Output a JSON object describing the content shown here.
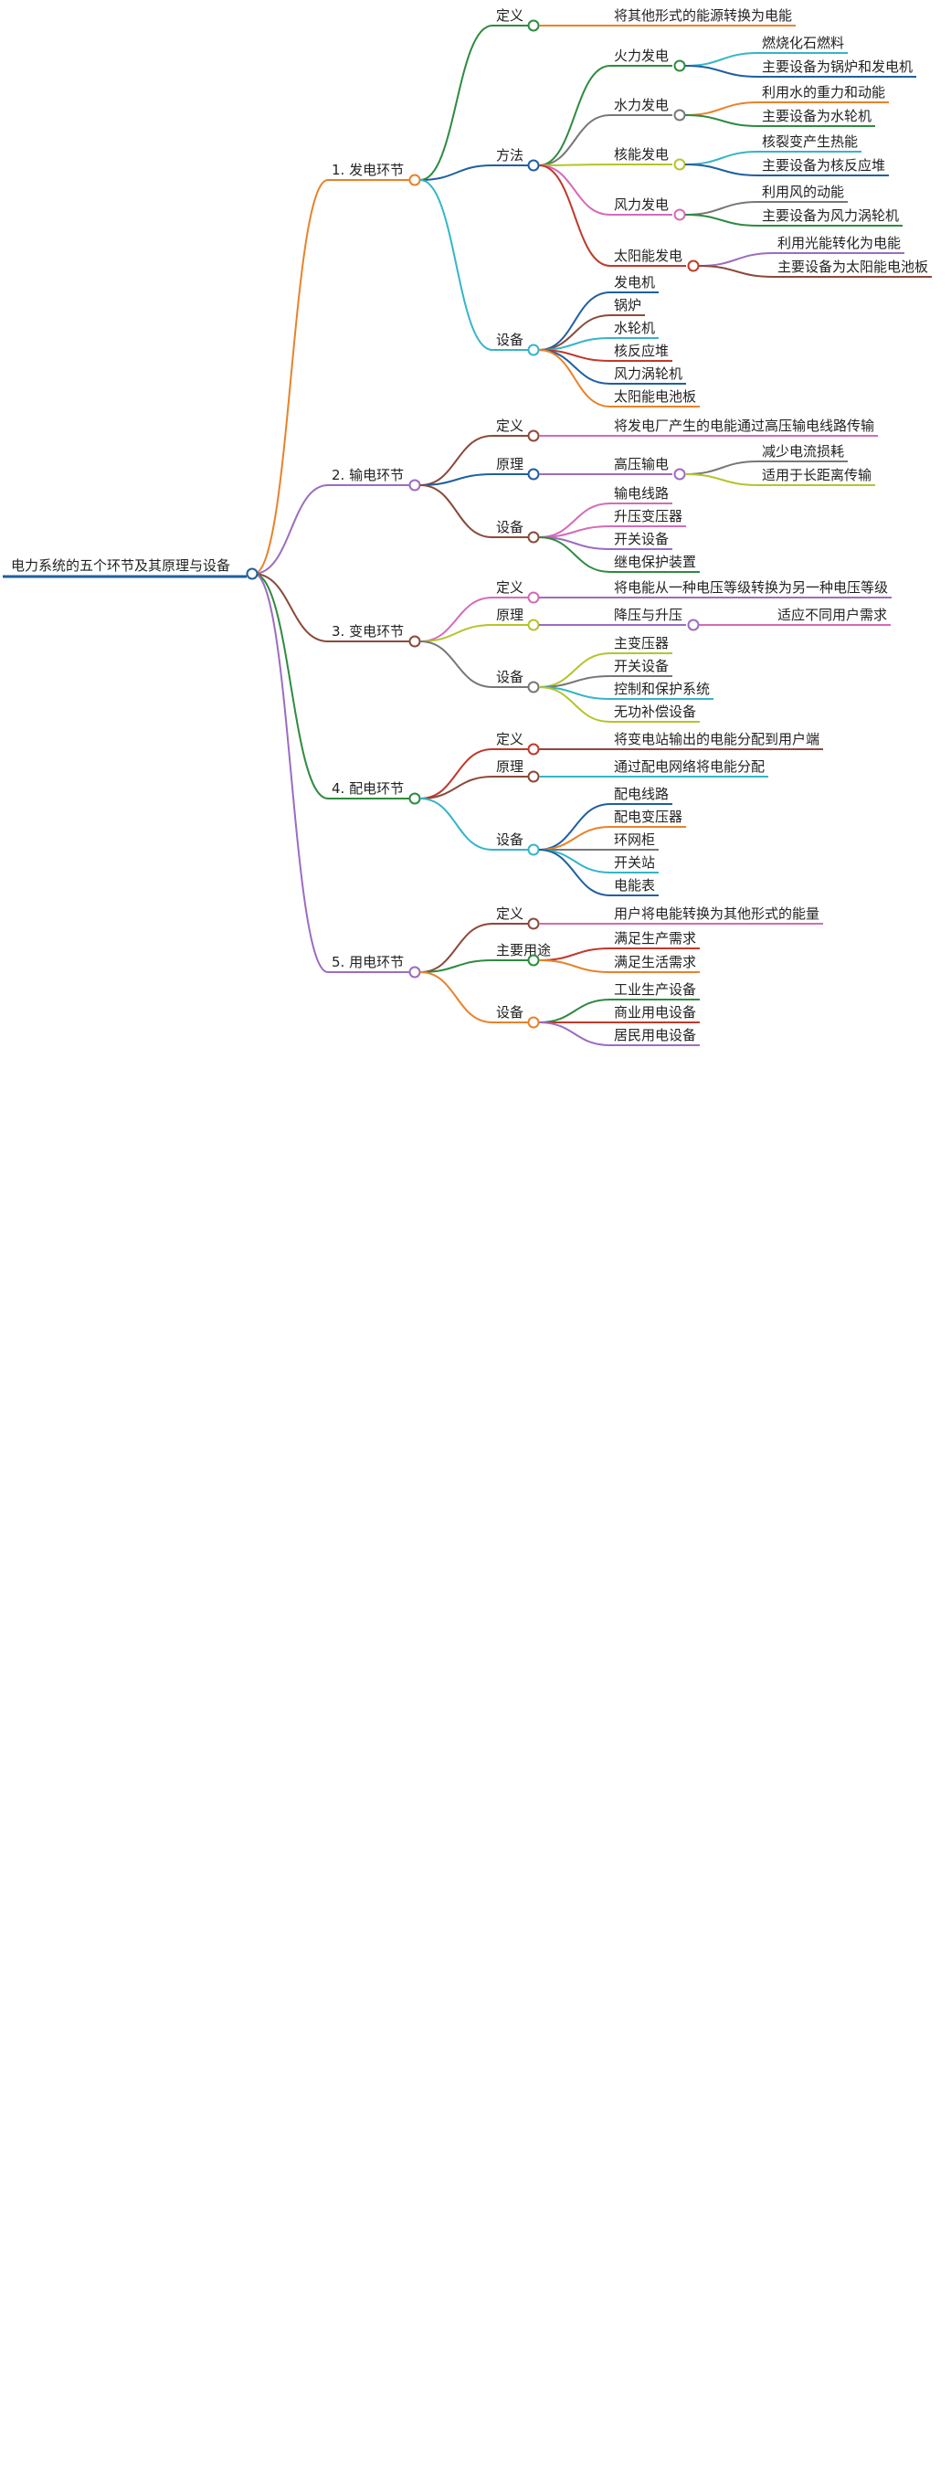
{
  "root": {
    "label": "电力系统的五个环节及其原理与设备",
    "color": "#1f5fa0"
  },
  "branches": [
    {
      "label": "1. 发电环节",
      "color": "#e8822a",
      "children": [
        {
          "label": "定义",
          "color": "#2e8b3e",
          "children": [
            {
              "label": "将其他形式的能源转换为电能",
              "color": "#e8822a"
            }
          ]
        },
        {
          "label": "方法",
          "color": "#1f5fa0",
          "children": [
            {
              "label": "火力发电",
              "color": "#2e8b3e",
              "children": [
                {
                  "label": "燃烧化石燃料",
                  "color": "#35b5c8"
                },
                {
                  "label": "主要设备为锅炉和发电机",
                  "color": "#1f5fa0"
                }
              ]
            },
            {
              "label": "水力发电",
              "color": "#777777",
              "children": [
                {
                  "label": "利用水的重力和动能",
                  "color": "#e8822a"
                },
                {
                  "label": "主要设备为水轮机",
                  "color": "#2e8b3e"
                }
              ]
            },
            {
              "label": "核能发电",
              "color": "#b5c42a",
              "children": [
                {
                  "label": "核裂变产生热能",
                  "color": "#35b5c8"
                },
                {
                  "label": "主要设备为核反应堆",
                  "color": "#1f5fa0"
                }
              ]
            },
            {
              "label": "风力发电",
              "color": "#d46bb8",
              "children": [
                {
                  "label": "利用风的动能",
                  "color": "#777777"
                },
                {
                  "label": "主要设备为风力涡轮机",
                  "color": "#2e8b3e"
                }
              ]
            },
            {
              "label": "太阳能发电",
              "color": "#c0392b",
              "children": [
                {
                  "label": "利用光能转化为电能",
                  "color": "#9b6cc0"
                },
                {
                  "label": "主要设备为太阳能电池板",
                  "color": "#8b4a3a"
                }
              ]
            }
          ]
        },
        {
          "label": "设备",
          "color": "#35b5c8",
          "children": [
            {
              "label": "发电机",
              "color": "#1f5fa0"
            },
            {
              "label": "锅炉",
              "color": "#8b4a3a"
            },
            {
              "label": "水轮机",
              "color": "#35b5c8"
            },
            {
              "label": "核反应堆",
              "color": "#c0392b"
            },
            {
              "label": "风力涡轮机",
              "color": "#1f5fa0"
            },
            {
              "label": "太阳能电池板",
              "color": "#e8822a"
            }
          ]
        }
      ]
    },
    {
      "label": "2. 输电环节",
      "color": "#9b6cc0",
      "children": [
        {
          "label": "定义",
          "color": "#8b4a3a",
          "children": [
            {
              "label": "将发电厂产生的电能通过高压输电线路传输",
              "color": "#d46bb8"
            }
          ]
        },
        {
          "label": "原理",
          "color": "#1f5fa0",
          "children": [
            {
              "label": "高压输电",
              "color": "#9b6cc0",
              "children": [
                {
                  "label": "减少电流损耗",
                  "color": "#777777"
                },
                {
                  "label": "适用于长距离传输",
                  "color": "#b5c42a"
                }
              ]
            }
          ]
        },
        {
          "label": "设备",
          "color": "#8b4a3a",
          "children": [
            {
              "label": "输电线路",
              "color": "#d46bb8"
            },
            {
              "label": "升压变压器",
              "color": "#d46bb8"
            },
            {
              "label": "开关设备",
              "color": "#9b6cc0"
            },
            {
              "label": "继电保护装置",
              "color": "#2e8b3e"
            }
          ]
        }
      ]
    },
    {
      "label": "3. 变电环节",
      "color": "#8b4a3a",
      "children": [
        {
          "label": "定义",
          "color": "#d46bb8",
          "children": [
            {
              "label": "将电能从一种电压等级转换为另一种电压等级",
              "color": "#9b6cc0"
            }
          ]
        },
        {
          "label": "原理",
          "color": "#b5c42a",
          "children": [
            {
              "label": "降压与升压",
              "color": "#9b6cc0",
              "children": [
                {
                  "label": "适应不同用户需求",
                  "color": "#d46bb8"
                }
              ]
            }
          ]
        },
        {
          "label": "设备",
          "color": "#777777",
          "children": [
            {
              "label": "主变压器",
              "color": "#b5c42a"
            },
            {
              "label": "开关设备",
              "color": "#777777"
            },
            {
              "label": "控制和保护系统",
              "color": "#35b5c8"
            },
            {
              "label": "无功补偿设备",
              "color": "#b5c42a"
            }
          ]
        }
      ]
    },
    {
      "label": "4. 配电环节",
      "color": "#2e8b3e",
      "children": [
        {
          "label": "定义",
          "color": "#c0392b",
          "children": [
            {
              "label": "将变电站输出的电能分配到用户端",
              "color": "#8b4a3a"
            }
          ]
        },
        {
          "label": "原理",
          "color": "#8b4a3a",
          "children": [
            {
              "label": "通过配电网络将电能分配",
              "color": "#35b5c8"
            }
          ]
        },
        {
          "label": "设备",
          "color": "#35b5c8",
          "children": [
            {
              "label": "配电线路",
              "color": "#1f5fa0"
            },
            {
              "label": "配电变压器",
              "color": "#e8822a"
            },
            {
              "label": "环网柜",
              "color": "#777777"
            },
            {
              "label": "开关站",
              "color": "#35b5c8"
            },
            {
              "label": "电能表",
              "color": "#1f5fa0"
            }
          ]
        }
      ]
    },
    {
      "label": "5. 用电环节",
      "color": "#9b6cc0",
      "children": [
        {
          "label": "定义",
          "color": "#8b4a3a",
          "children": [
            {
              "label": "用户将电能转换为其他形式的能量",
              "color": "#d46bb8"
            }
          ]
        },
        {
          "label": "主要用途",
          "color": "#2e8b3e",
          "children": [
            {
              "label": "满足生产需求",
              "color": "#c0392b"
            },
            {
              "label": "满足生活需求",
              "color": "#e8822a"
            }
          ]
        },
        {
          "label": "设备",
          "color": "#e8822a",
          "children": [
            {
              "label": "工业生产设备",
              "color": "#2e8b3e"
            },
            {
              "label": "商业用电设备",
              "color": "#c0392b"
            },
            {
              "label": "居民用电设备",
              "color": "#9b6cc0"
            }
          ]
        }
      ]
    }
  ]
}
